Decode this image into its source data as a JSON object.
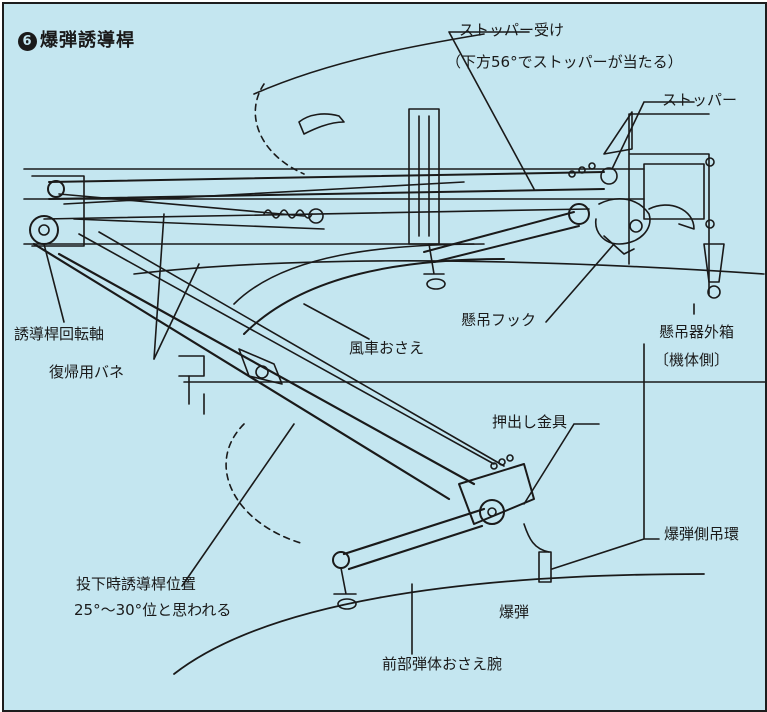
{
  "title": {
    "number": "6",
    "text": "爆弾誘導桿"
  },
  "labels": {
    "stopper_receiver_line1": "ストッパー受け",
    "stopper_receiver_line2": "（下方56°でストッパーが当たる）",
    "stopper": "ストッパー",
    "pivot_axis": "誘導桿回転軸",
    "return_spring": "復帰用バネ",
    "windmill_holder": "風車おさえ",
    "suspension_hook": "懸吊フック",
    "outer_box_line1": "懸吊器外箱",
    "outer_box_line2": "〔機体側〕",
    "push_fitting": "押出し金具",
    "side_ring": "爆弾側吊環",
    "release_position_line1": "投下時誘導桿位置",
    "release_position_line2": "25°～30°位と思われる",
    "bomb": "爆弾",
    "front_holder": "前部弾体おさえ腕"
  },
  "colors": {
    "background": "#c4e6f0",
    "ink": "#1a1a1a"
  }
}
